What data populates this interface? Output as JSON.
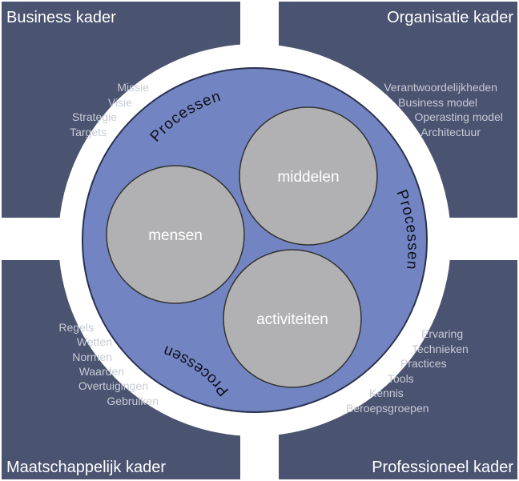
{
  "colors": {
    "panel": "#4a5370",
    "process_circle": "#7285c2",
    "inner_circle": "#b1b1b3",
    "panel_title": "#ffffff",
    "panel_item": "#c7cbd6",
    "process_text": "#0d0f1a"
  },
  "quadrants": {
    "business": {
      "title": "Business kader",
      "items": [
        "Missie",
        "Visie",
        "Strategie",
        "Targets"
      ]
    },
    "organisatie": {
      "title": "Organisatie kader",
      "items": [
        "Verantwoordelijkheden",
        "Business model",
        "Operasting model",
        "Architectuur"
      ]
    },
    "maatschappelijk": {
      "title": "Maatschappelijk kader",
      "items": [
        "Regels",
        "Wetten",
        "Normen",
        "Waarden",
        "Overtuigingen",
        "Gebruiken"
      ]
    },
    "professioneel": {
      "title": "Professioneel kader",
      "items": [
        "Ervaring",
        "Technieken",
        "Practices",
        "Tools",
        "Kennis",
        "Beroepsgroepen"
      ]
    }
  },
  "process_label": "Processen",
  "circles": {
    "middelen": "middelen",
    "mensen": "mensen",
    "activiteiten": "activiteiten"
  }
}
